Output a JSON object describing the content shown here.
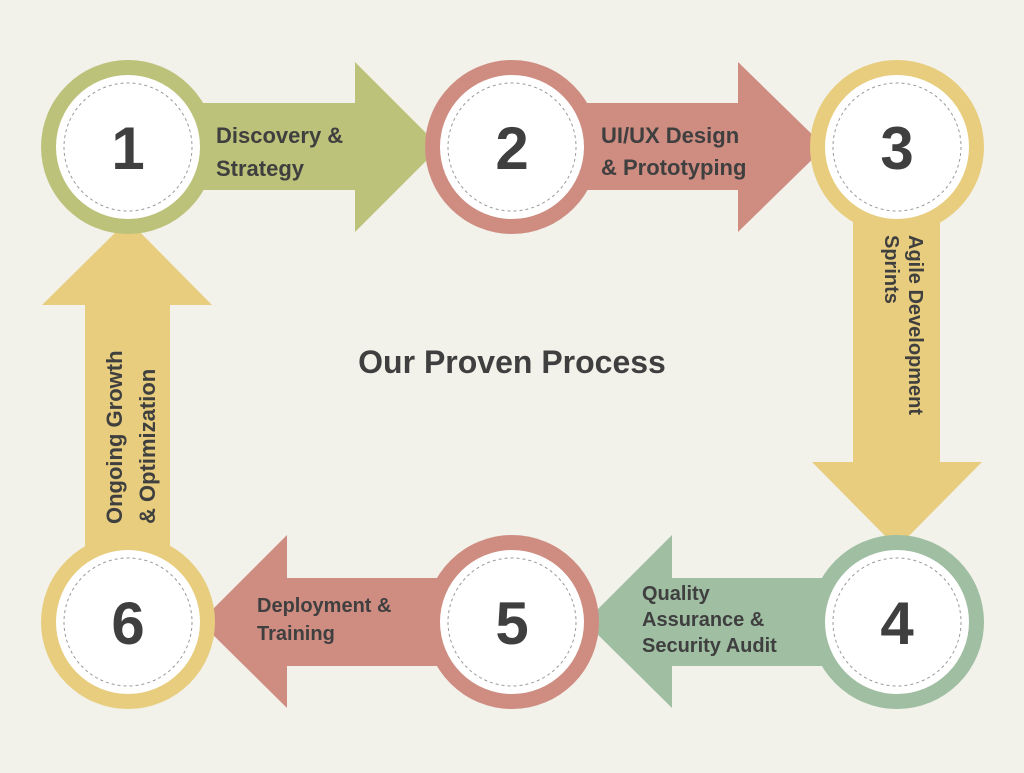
{
  "title": "Our Proven Process",
  "colors": {
    "background": "#F2F2EB",
    "green": "#BDC27A",
    "red": "#CF8D82",
    "yellow": "#E7CD7D",
    "sage": "#9FBEA2",
    "circle_fill": "#FFFFFF",
    "text": "#3F3F3F"
  },
  "steps": [
    {
      "number": "1",
      "label_lines": [
        "Discovery &",
        "Strategy"
      ]
    },
    {
      "number": "2",
      "label_lines": [
        "UI/UX Design",
        "& Prototyping"
      ]
    },
    {
      "number": "3",
      "label_lines": [
        "Agile Development",
        "Sprints"
      ]
    },
    {
      "number": "4",
      "label_lines": [
        "Quality",
        "Assurance &",
        "Security Audit"
      ]
    },
    {
      "number": "5",
      "label_lines": [
        "Deployment &",
        "Training"
      ]
    },
    {
      "number": "6",
      "label_lines": [
        "Ongoing Growth",
        "& Optimization"
      ]
    }
  ]
}
